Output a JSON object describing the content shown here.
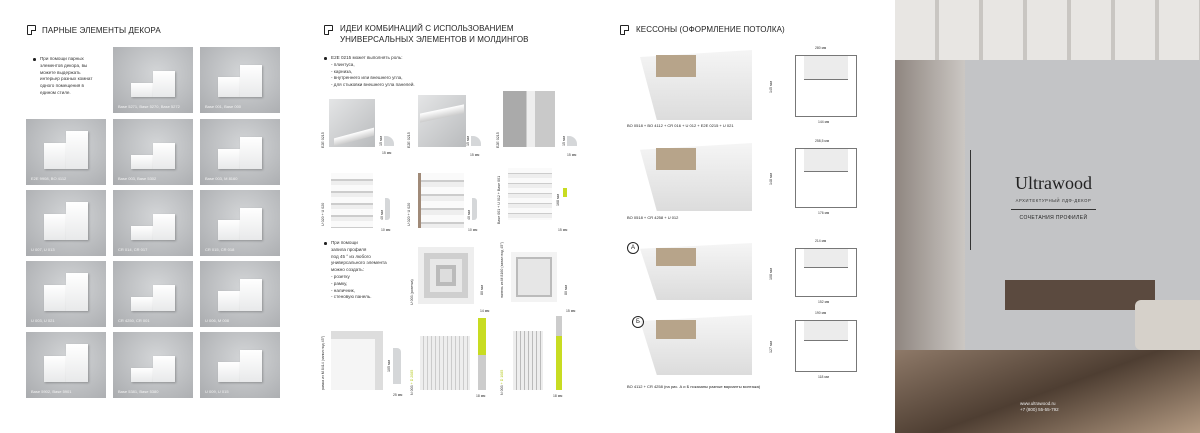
{
  "page1": {
    "title": "Парные элементы декора",
    "bullet": "При помощи парных элементов декора, вы можете выдержать интерьер разных комнат одного помещения в едином стиле.",
    "tiles": [
      "Base 5271, Base 5270, Base 5272",
      "Base 001, Base 000",
      "E2E 9908, BO 4112",
      "Base 003, Base 5302",
      "Base 003, M 8160",
      "U 007, U 013",
      "CR 014, CR 017",
      "CR 015, CR 018",
      "U 003, U 021",
      "CR 4250, CR 001",
      "U 006, M 008",
      "Base 5902, Base 5901",
      "Base 5381, Base 5380",
      "U 009, U 015"
    ]
  },
  "page2": {
    "title_line1": "Идеи комбинаций с использованием",
    "title_line2": "универсальных элементов и молдингов",
    "bullet1": [
      "E2E 0215 может выполнять роль:",
      "- плинтуса,",
      "- карниза,",
      "- внутреннего или внешнего угла,",
      "- для стыковки внешнего угла панелей."
    ],
    "bullet2": [
      "При помощи",
      "запила профиля",
      "под 45 ° из любого",
      "универсального элемента",
      "можно создать:",
      "- розетку",
      "- рамку,",
      "- наличник,",
      "- стеновую панель."
    ],
    "row1": [
      {
        "label": "E2E 0215",
        "h": "15 мм",
        "w": "15 мм"
      },
      {
        "label": "E2E 0215",
        "h": "15 мм",
        "w": "15 мм"
      },
      {
        "label": "E2E 0215",
        "h": "15 мм",
        "w": "15 мм"
      }
    ],
    "row2": [
      {
        "label": "U 020 + U 020",
        "h": "40 мм",
        "w": "10 мм"
      },
      {
        "label": "U 020 + U 020",
        "h": "40 мм",
        "w": "10 мм"
      },
      {
        "label": "Base 001 + U 012 + Base 001",
        "h": "168 мм",
        "w": "15 мм"
      }
    ],
    "row3": [
      {
        "label": "U 003 (розетка)",
        "h": "80 мм",
        "w": "14 мм"
      },
      {
        "label": "панель из M 8160 (запил под 45°)",
        "h": "80 мм",
        "w": "15 мм"
      }
    ],
    "row4": [
      {
        "label": "рамка из M 8414 (запил под 45°)",
        "h": "105 мм",
        "w": "25 мм"
      },
      {
        "label_a": "N 003",
        "label_b": "+ D 2085",
        "w": "18 мм"
      },
      {
        "label_a": "N 003",
        "label_b": "+ D 1085",
        "w": "18 мм"
      }
    ]
  },
  "page3": {
    "title": "Кессоны (оформление потолка)",
    "items": [
      {
        "caption": "BO 0518 + BO 4112 + CR 016 + U 012 + E2E 0215 + U 021",
        "top": "280 мм",
        "side": "145 мм",
        "bottom": "144 мм"
      },
      {
        "caption": "BO 0518 + CR 4258 + U 012",
        "top": "258,5 мм",
        "side": "148 мм",
        "bottom": "176 мм"
      },
      {
        "marker": "А",
        "top": "214 мм",
        "side": "108 мм",
        "bottom": "152 мм"
      },
      {
        "marker": "Б",
        "top": "190 мм",
        "side": "127 мм",
        "bottom": "118 мм"
      }
    ],
    "caption_ab": "BO 4112 + CR 4258 (на рис. А и Б показаны разные варианты монтажа)"
  },
  "cover": {
    "brand": "Ultrawood",
    "tagline": "Архитектурный ЛДФ-декор",
    "subtitle": "Сочетания профилей",
    "website": "www.ultrawood.ru",
    "phone": "+7 (800) 55-55-792"
  },
  "colors": {
    "accent_green": "#c8dc22",
    "wood": "#b7a48a"
  }
}
